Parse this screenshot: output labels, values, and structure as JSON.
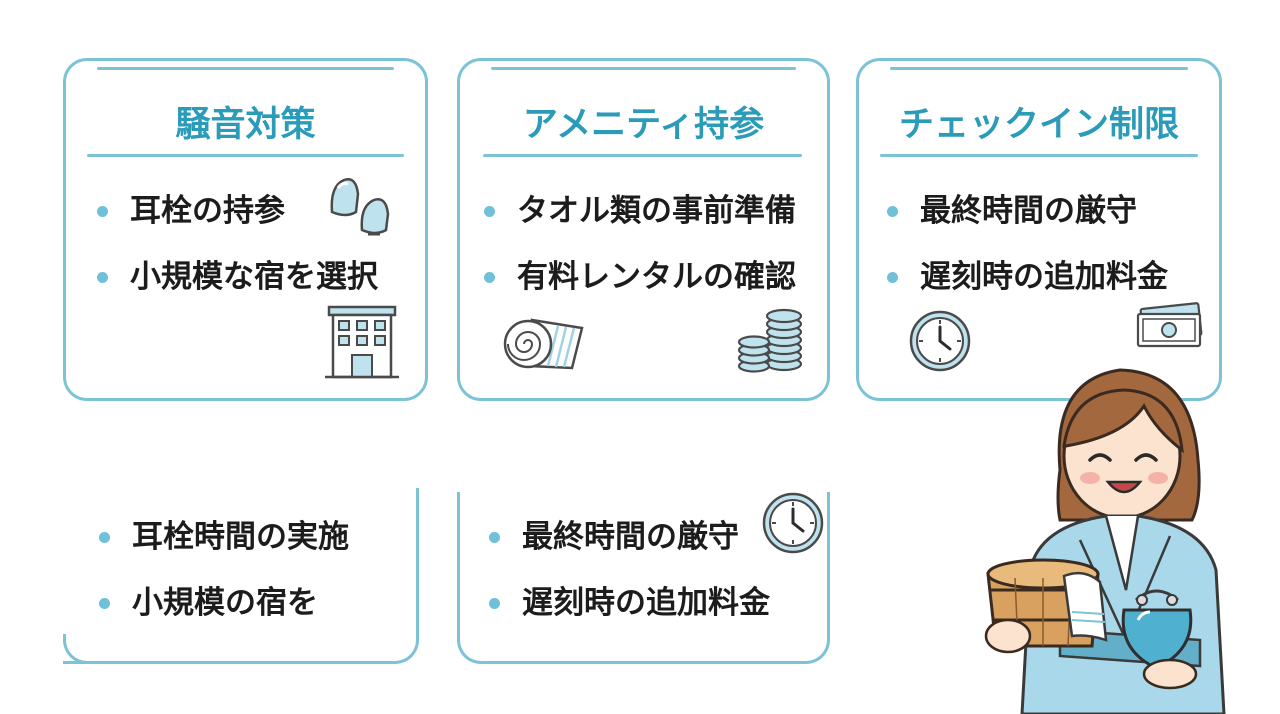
{
  "colors": {
    "accent": "#2a9bb8",
    "border": "#7cc3d6",
    "bullet": "#6fc0d8",
    "icon_fill": "#bfe3ee",
    "outline": "#4a4a4a"
  },
  "cards": [
    {
      "title": "騒音対策",
      "items": [
        "耳栓の持参",
        "小規模な宿を選択"
      ],
      "icons": [
        "earplugs-icon",
        "building-icon"
      ]
    },
    {
      "title": "アメニティ持参",
      "items": [
        "タオル類の事前準備",
        "有料レンタルの確認"
      ],
      "icons": [
        "towel-roll-icon",
        "coins-stack-icon"
      ]
    },
    {
      "title": "チェックイン制限",
      "items": [
        "最終時間の厳守",
        "遅刻時の追加料金"
      ],
      "icons": [
        "clock-icon",
        "banknotes-icon"
      ]
    }
  ],
  "bottom_cards": [
    {
      "items": [
        "耳栓時間の実施",
        "小規模の宿を"
      ]
    },
    {
      "items": [
        "最終時間の厳守",
        "遅刻時の追加料金"
      ],
      "icons": [
        "clock-icon"
      ]
    }
  ],
  "character": {
    "icon": "woman-in-yukata-icon",
    "holding": [
      "wooden-bath-bucket-icon",
      "towel-icon",
      "coin-purse-icon"
    ]
  }
}
